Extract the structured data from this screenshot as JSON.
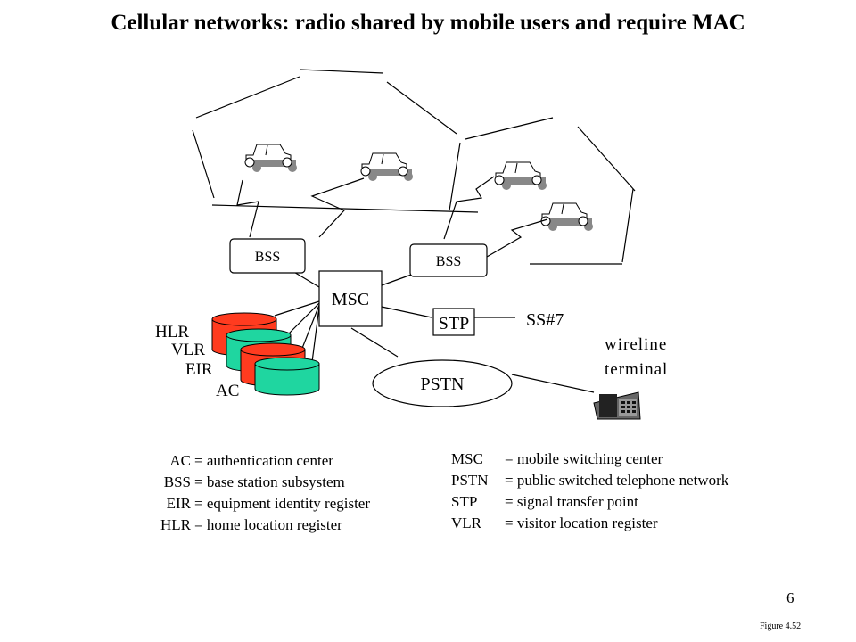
{
  "title": "Cellular networks: radio shared by mobile users and require MAC",
  "nodes": {
    "bss_left": "BSS",
    "bss_right": "BSS",
    "msc": "MSC",
    "stp": "STP",
    "ss7": "SS#7",
    "pstn": "PSTN",
    "wireline_line1": "wireline",
    "wireline_line2": "terminal"
  },
  "databases": {
    "hlr": "HLR",
    "vlr": "VLR",
    "eir": "EIR",
    "ac": "AC"
  },
  "colors": {
    "red_db": "#ff3b1f",
    "green_db": "#1fd6a0",
    "car": "#888888"
  },
  "legend_left": [
    {
      "abbr": "AC",
      "def": "= authentication center"
    },
    {
      "abbr": "BSS",
      "def": "= base station subsystem"
    },
    {
      "abbr": "EIR",
      "def": "= equipment identity register"
    },
    {
      "abbr": "HLR",
      "def": "= home location register"
    }
  ],
  "legend_right": [
    {
      "abbr": "MSC",
      "def": "= mobile switching center"
    },
    {
      "abbr": "PSTN",
      "def": "= public switched telephone network"
    },
    {
      "abbr": "STP",
      "def": "= signal transfer point"
    },
    {
      "abbr": "VLR",
      "def": "= visitor location register"
    }
  ],
  "page_number": "6",
  "figure_label": "Figure 4.52"
}
